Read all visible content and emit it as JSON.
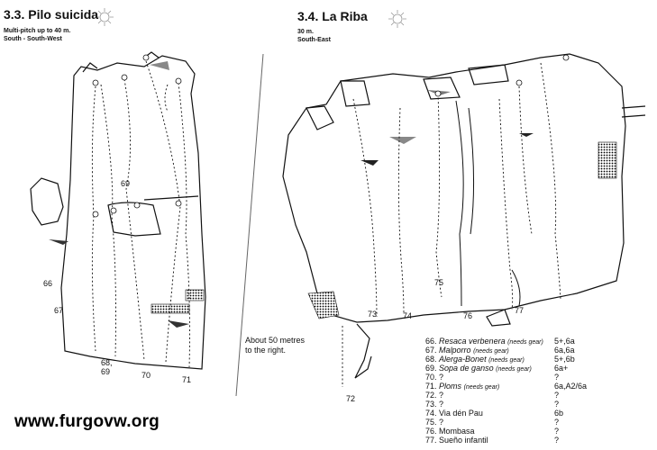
{
  "left_sector": {
    "title": "3.3. Pilo suicida",
    "details": [
      "Multi-pitch up to 40 m.",
      "South - South-West"
    ],
    "icon": "sun-icon",
    "route_numbers": [
      "66",
      "67",
      "68,\n69",
      "69",
      "70",
      "71"
    ]
  },
  "right_sector": {
    "title": "3.4. La Riba",
    "details": [
      "30 m.",
      "South-East"
    ],
    "icon": "sun-icon",
    "route_numbers": [
      "72",
      "73",
      "74",
      "75",
      "76",
      "77"
    ]
  },
  "direction_note": "About 50 metres\nto the right.",
  "legend": [
    {
      "number": "66.",
      "name": "Resaca verbenera",
      "note": "(needs gear)",
      "grade": "5+,6a"
    },
    {
      "number": "67.",
      "name": "Malporro",
      "note": "(needs gear)",
      "grade": "6a,6a"
    },
    {
      "number": "68.",
      "name": "Alerga-Bonet",
      "note": "(needs gear)",
      "grade": "5+,6b"
    },
    {
      "number": "69.",
      "name": "Sopa de ganso",
      "note": "(needs gear)",
      "grade": "6a+"
    },
    {
      "number": "70.",
      "name": "?",
      "note": "",
      "grade": "?"
    },
    {
      "number": "71.",
      "name": "Ploms",
      "note": "(needs gear)",
      "grade": "6a,A2/6a"
    },
    {
      "number": "72.",
      "name": "?",
      "note": "",
      "grade": "?"
    },
    {
      "number": "73.",
      "name": "?",
      "note": "",
      "grade": "?"
    },
    {
      "number": "74.",
      "name": "Via dén Pau",
      "note": "",
      "grade": "6b"
    },
    {
      "number": "75.",
      "name": "?",
      "note": "",
      "grade": "?"
    },
    {
      "number": "76.",
      "name": "Mombasa",
      "note": "",
      "grade": "?"
    },
    {
      "number": "77.",
      "name": "Sueño infantil",
      "note": "",
      "grade": "?"
    }
  ],
  "watermark": "www.furgovw.org"
}
